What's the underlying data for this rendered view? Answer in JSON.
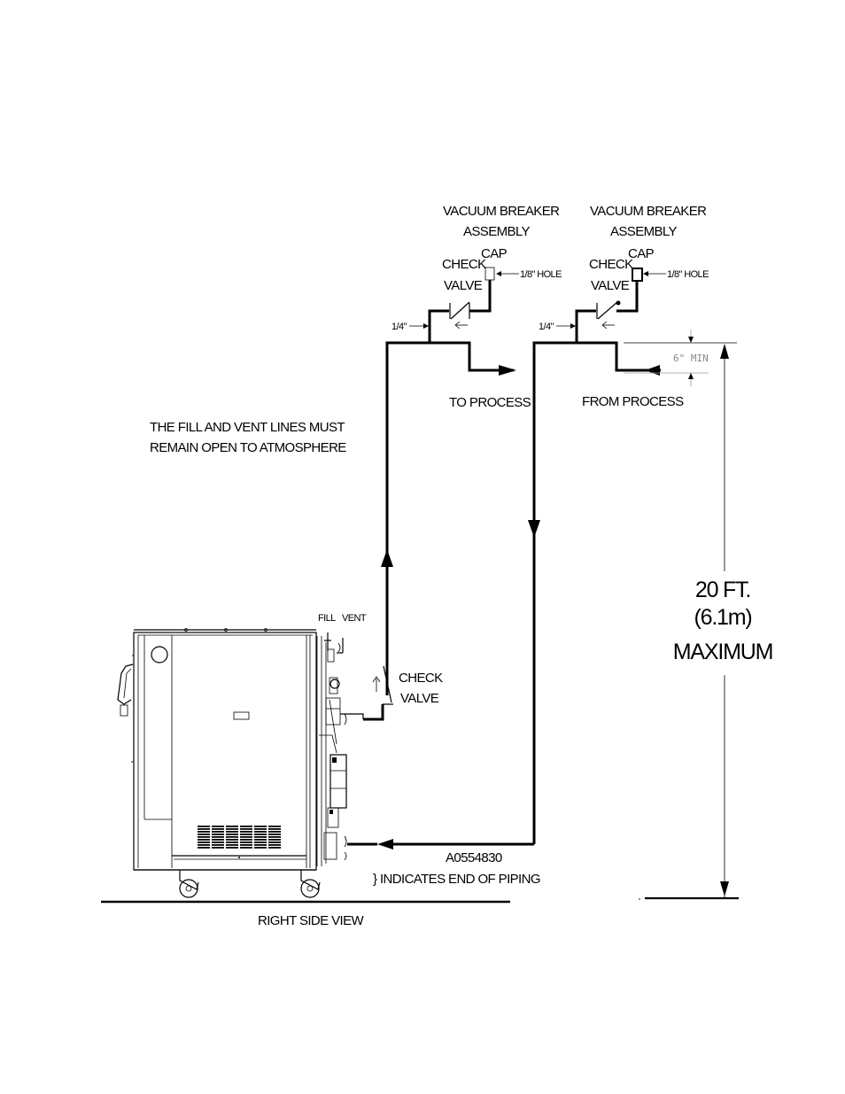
{
  "labels": {
    "vb_left_line1": "VACUUM BREAKER",
    "vb_left_line2": "ASSEMBLY",
    "vb_right_line1": "VACUUM BREAKER",
    "vb_right_line2": "ASSEMBLY",
    "check_left": "CHECK",
    "valve_left": "VALVE",
    "cap_left": "CAP",
    "hole_left": "1/8\" HOLE",
    "check_right": "CHECK",
    "valve_right": "VALVE",
    "cap_right": "CAP",
    "hole_right": "1/8\" HOLE",
    "quarter_left": "1/4\"",
    "quarter_right": "1/4\"",
    "to_process": "TO PROCESS",
    "from_process": "FROM PROCESS",
    "six_min": "6\" MIN",
    "notice_line1": "THE FILL AND VENT LINES MUST",
    "notice_line2": "REMAIN OPEN TO ATMOSPHERE",
    "fill": "FILL",
    "vent": "VENT",
    "check_bottom": "CHECK",
    "valve_bottom": "VALVE",
    "height_line1": "20 FT.",
    "height_line2": "(6.1m)",
    "height_line3": "MAXIMUM",
    "drawing_number": "A0554830",
    "end_piping_note": "} INDICATES END OF PIPING",
    "view_title": "RIGHT SIDE VIEW"
  }
}
